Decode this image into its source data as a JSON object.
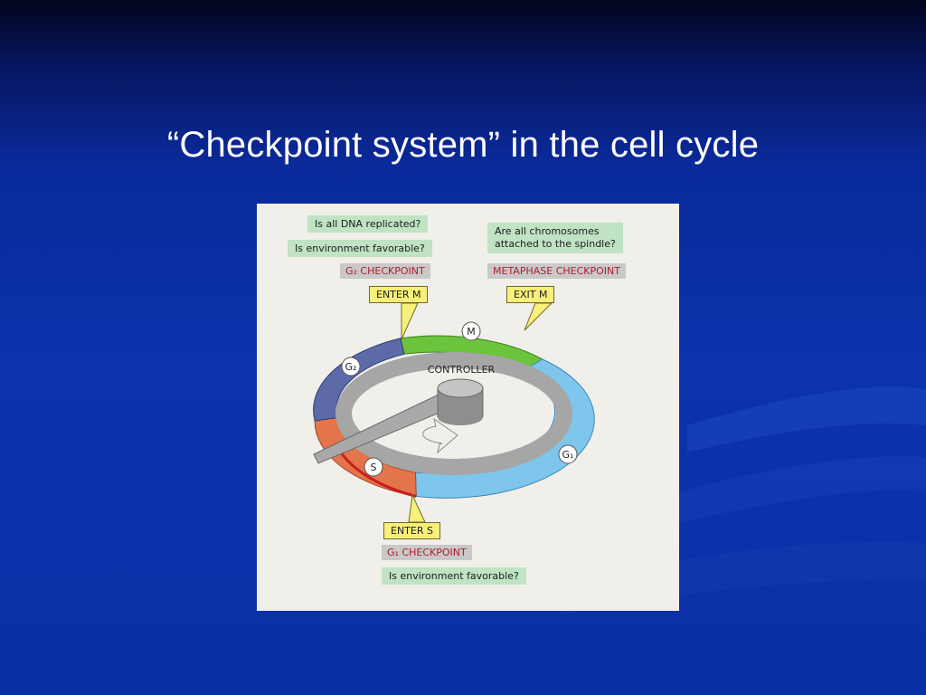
{
  "slide": {
    "title": "“Checkpoint system” in the cell cycle"
  },
  "diagram": {
    "g2": {
      "question1": "Is all DNA replicated?",
      "question2": "Is environment favorable?",
      "checkpoint_label": "G₂ CHECKPOINT",
      "transition_label": "ENTER M"
    },
    "metaphase": {
      "question_line1": "Are all chromosomes",
      "question_line2": "attached to the spindle?",
      "checkpoint_label": "METAPHASE CHECKPOINT",
      "transition_label": "EXIT M"
    },
    "g1": {
      "transition_label": "ENTER S",
      "checkpoint_label": "G₁ CHECKPOINT",
      "question": "Is environment favorable?"
    },
    "controller_label": "CONTROLLER",
    "phases": {
      "m": "M",
      "g2": "G₂",
      "g1": "G₁",
      "s": "S"
    },
    "colors": {
      "m_phase": "#6cc43c",
      "g1_phase": "#7ec6ec",
      "s_phase": "#e4744a",
      "g2_phase": "#5d6aa8",
      "controller": "#a6a6a6",
      "question_box": "#bfe3c3",
      "transition_box": "#f7ef7a"
    }
  }
}
